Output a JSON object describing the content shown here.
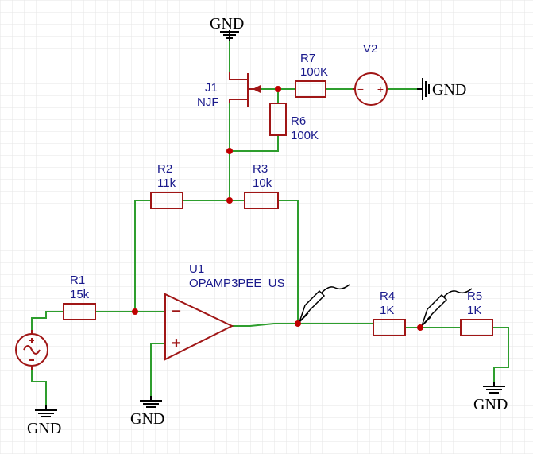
{
  "components": {
    "R1": {
      "ref": "R1",
      "value": "15k"
    },
    "R2": {
      "ref": "R2",
      "value": "11k"
    },
    "R3": {
      "ref": "R3",
      "value": "10k"
    },
    "R4": {
      "ref": "R4",
      "value": "1K"
    },
    "R5": {
      "ref": "R5",
      "value": "1K"
    },
    "R6": {
      "ref": "R6",
      "value": "100K"
    },
    "R7": {
      "ref": "R7",
      "value": "100K"
    },
    "J1": {
      "ref": "J1",
      "value": "NJF"
    },
    "V2": {
      "ref": "V2"
    },
    "U1": {
      "ref": "U1",
      "value": "OPAMP3PEE_US"
    }
  },
  "ground_label": "GND",
  "opamp_pins": {
    "minus": "−",
    "plus": "+"
  },
  "source_pins": {
    "minus": "−",
    "plus": "+"
  },
  "colors": {
    "wire": "#2e9e2e",
    "part": "#a01616",
    "label": "#1a1a8c",
    "junction": "#c00000",
    "grid": "#e6e6e6"
  }
}
